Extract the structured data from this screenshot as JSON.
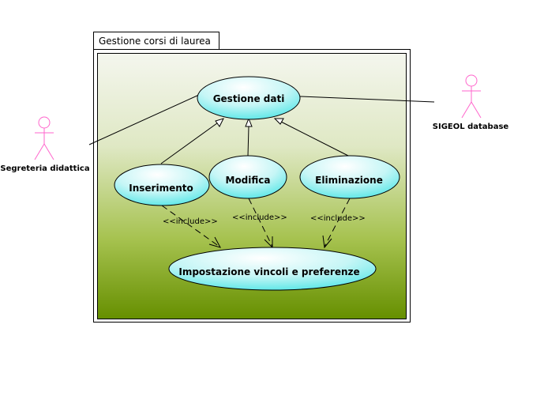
{
  "diagram": {
    "package_title": "Gestione corsi di laurea",
    "actors": {
      "segreteria": "Segreteria didattica",
      "sigeol": "SIGEOL database"
    },
    "use_cases": {
      "gestione_dati": "Gestione dati",
      "inserimento": "Inserimento",
      "modifica": "Modifica",
      "eliminazione": "Eliminazione",
      "impostazione": "Impostazione vincoli e preferenze"
    },
    "include_label": "<<include>>"
  },
  "colors": {
    "actor": "#ff66cc",
    "usecase_fill_top": "#ffffff",
    "usecase_fill_bottom": "#44e4e4",
    "package_bg_top": "#f4f6ee",
    "package_bg_bottom": "#668f00"
  }
}
